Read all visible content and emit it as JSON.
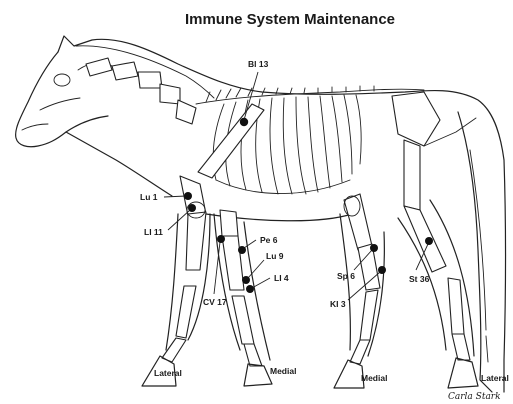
{
  "title": "Immune System Maintenance",
  "points": [
    {
      "id": "bl13",
      "label": "Bl 13"
    },
    {
      "id": "lu1",
      "label": "Lu 1"
    },
    {
      "id": "li11",
      "label": "LI 11"
    },
    {
      "id": "pe6",
      "label": "Pe 6"
    },
    {
      "id": "lu9",
      "label": "Lu 9"
    },
    {
      "id": "li4",
      "label": "LI 4"
    },
    {
      "id": "cv17",
      "label": "CV 17"
    },
    {
      "id": "sp6",
      "label": "Sp 6"
    },
    {
      "id": "ki3",
      "label": "KI 3"
    },
    {
      "id": "st36",
      "label": "St 36"
    }
  ],
  "view_labels": {
    "front_lateral": "Lateral",
    "front_medial": "Medial",
    "hind_medial": "Medial",
    "hind_lateral": "Lateral"
  },
  "signature": "Carla Stark"
}
